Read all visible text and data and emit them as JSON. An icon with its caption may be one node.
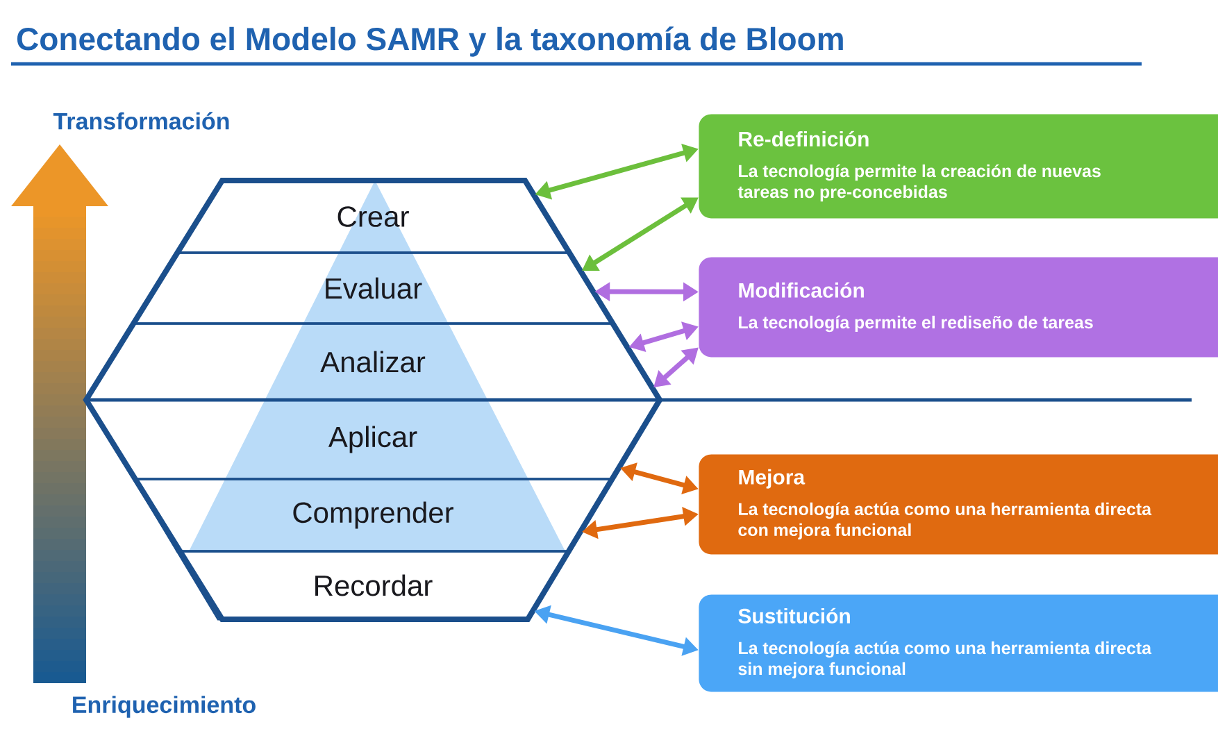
{
  "diagram": {
    "title": "Conectando el Modelo SAMR y la taxonomía de Bloom",
    "nodes": [
      {
        "text": [
          "Crear"
        ]
      },
      {
        "text": [
          "Evaluar"
        ]
      },
      {
        "text": [
          "Analizar"
        ]
      },
      {
        "text": [
          "Aplicar"
        ]
      },
      {
        "text": [
          "Comprender"
        ]
      },
      {
        "text": [
          "Recordar"
        ]
      },
      {
        "text": [
          "Re-definición",
          "La tecnología permite la creación de nuevas tareas no pre-concebidas"
        ]
      },
      {
        "text": [
          "Modificación",
          "La tecnología permite el rediseño de tareas"
        ]
      },
      {
        "text": [
          "Mejora",
          "La tecnología actúa como una herramienta directa con mejora funcional"
        ]
      },
      {
        "text": [
          "Sustitución",
          "La tecnología actúa como una herramienta directa sin mejora funcional"
        ]
      }
    ],
    "edges": [
      {
        "from": 0,
        "to": 6,
        "arrow": "both",
        "color": "#6cbf3c"
      },
      {
        "from": 1,
        "to": 6,
        "arrow": "both",
        "color": "#6cbf3c"
      },
      {
        "from": 1,
        "to": 7,
        "arrow": "both",
        "color": "#b06ee0"
      },
      {
        "from": 2,
        "to": 7,
        "arrow": "both",
        "color": "#b06ee0"
      },
      {
        "from": 2,
        "to": 7,
        "arrow": "both",
        "color": "#b06ee0"
      },
      {
        "from": 3,
        "to": 8,
        "arrow": "both",
        "color": "#e0690f"
      },
      {
        "from": 4,
        "to": 8,
        "arrow": "both",
        "color": "#e0690f"
      },
      {
        "from": 5,
        "to": 9,
        "arrow": "both",
        "color": "#4aa2f2"
      }
    ],
    "labels": [
      "Transformación",
      "Enriquecimiento"
    ]
  }
}
